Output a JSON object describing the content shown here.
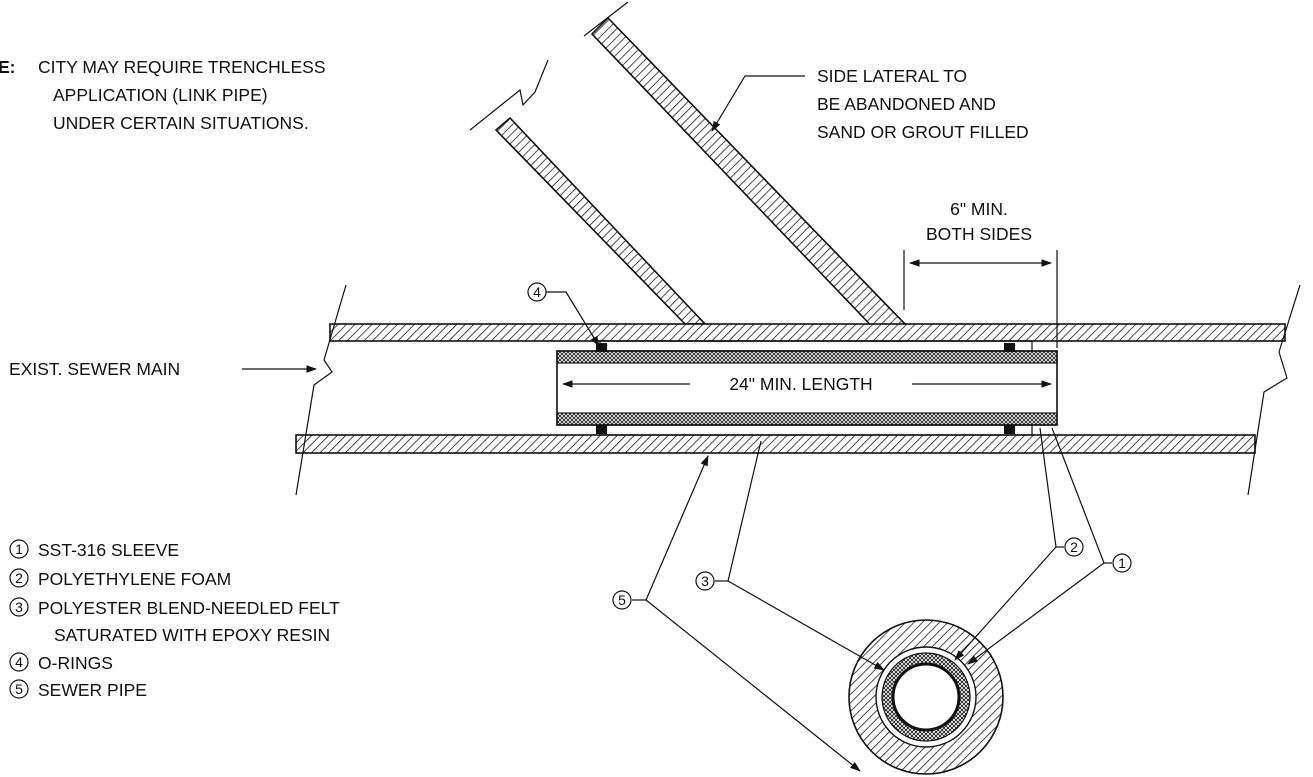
{
  "note": {
    "prefix": "E:",
    "lines": [
      "CITY MAY REQUIRE TRENCHLESS",
      "APPLICATION (LINK PIPE)",
      "UNDER CERTAIN SITUATIONS."
    ]
  },
  "side_lateral": {
    "lines": [
      "SIDE LATERAL TO",
      "BE ABANDONED AND",
      "SAND OR GROUT FILLED"
    ]
  },
  "min_sides": {
    "lines": [
      "6\" MIN.",
      "BOTH SIDES"
    ]
  },
  "exist_main": "EXIST. SEWER MAIN",
  "length_label": "24\" MIN. LENGTH",
  "callout_numbers": {
    "one": "1",
    "two": "2",
    "three": "3",
    "four": "4",
    "five": "5"
  },
  "legend": [
    {
      "num": "1",
      "lines": [
        "SST-316 SLEEVE"
      ]
    },
    {
      "num": "2",
      "lines": [
        "POLYETHYLENE FOAM"
      ]
    },
    {
      "num": "3",
      "lines": [
        "POLYESTER BLEND-NEEDLED FELT",
        "SATURATED WITH EPOXY RESIN"
      ]
    },
    {
      "num": "4",
      "lines": [
        "O-RINGS"
      ]
    },
    {
      "num": "5",
      "lines": [
        "SEWER PIPE"
      ]
    }
  ]
}
